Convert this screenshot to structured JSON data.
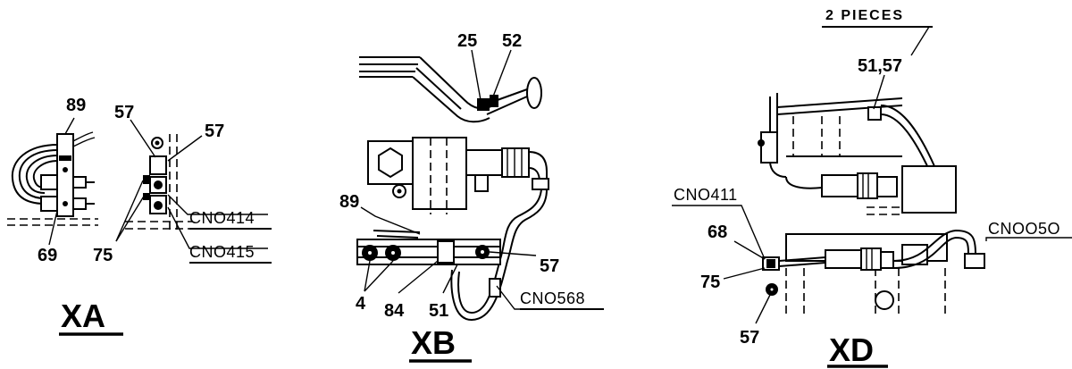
{
  "views": {
    "xa": {
      "title": "XA",
      "callouts": {
        "c89": "89",
        "c69": "69",
        "c57a": "57",
        "c57b": "57",
        "c75": "75"
      },
      "connectors": {
        "cn414": "CNO414",
        "cn415": "CNO415"
      }
    },
    "xb": {
      "title": "XB",
      "callouts": {
        "c25": "25",
        "c52": "52",
        "c89": "89",
        "c57": "57",
        "c4": "4",
        "c84": "84",
        "c51": "51"
      },
      "connectors": {
        "cn568": "CNO568"
      }
    },
    "xd": {
      "title": "XD",
      "note": "2 PIECES",
      "callouts": {
        "c5157": "51,57",
        "c68": "68",
        "c75": "75",
        "c57": "57"
      },
      "connectors": {
        "cn411": "CNO411",
        "cn050": "CNOO5O"
      }
    }
  }
}
